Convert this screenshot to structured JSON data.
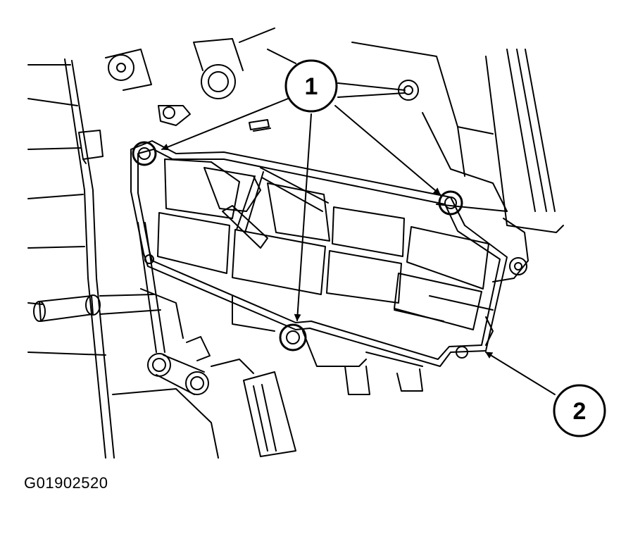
{
  "figure": {
    "id_code": "G01902520"
  },
  "callouts": [
    {
      "label": "1"
    },
    {
      "label": "2"
    }
  ],
  "colors": {
    "ink": "#000000",
    "paper": "#ffffff"
  }
}
